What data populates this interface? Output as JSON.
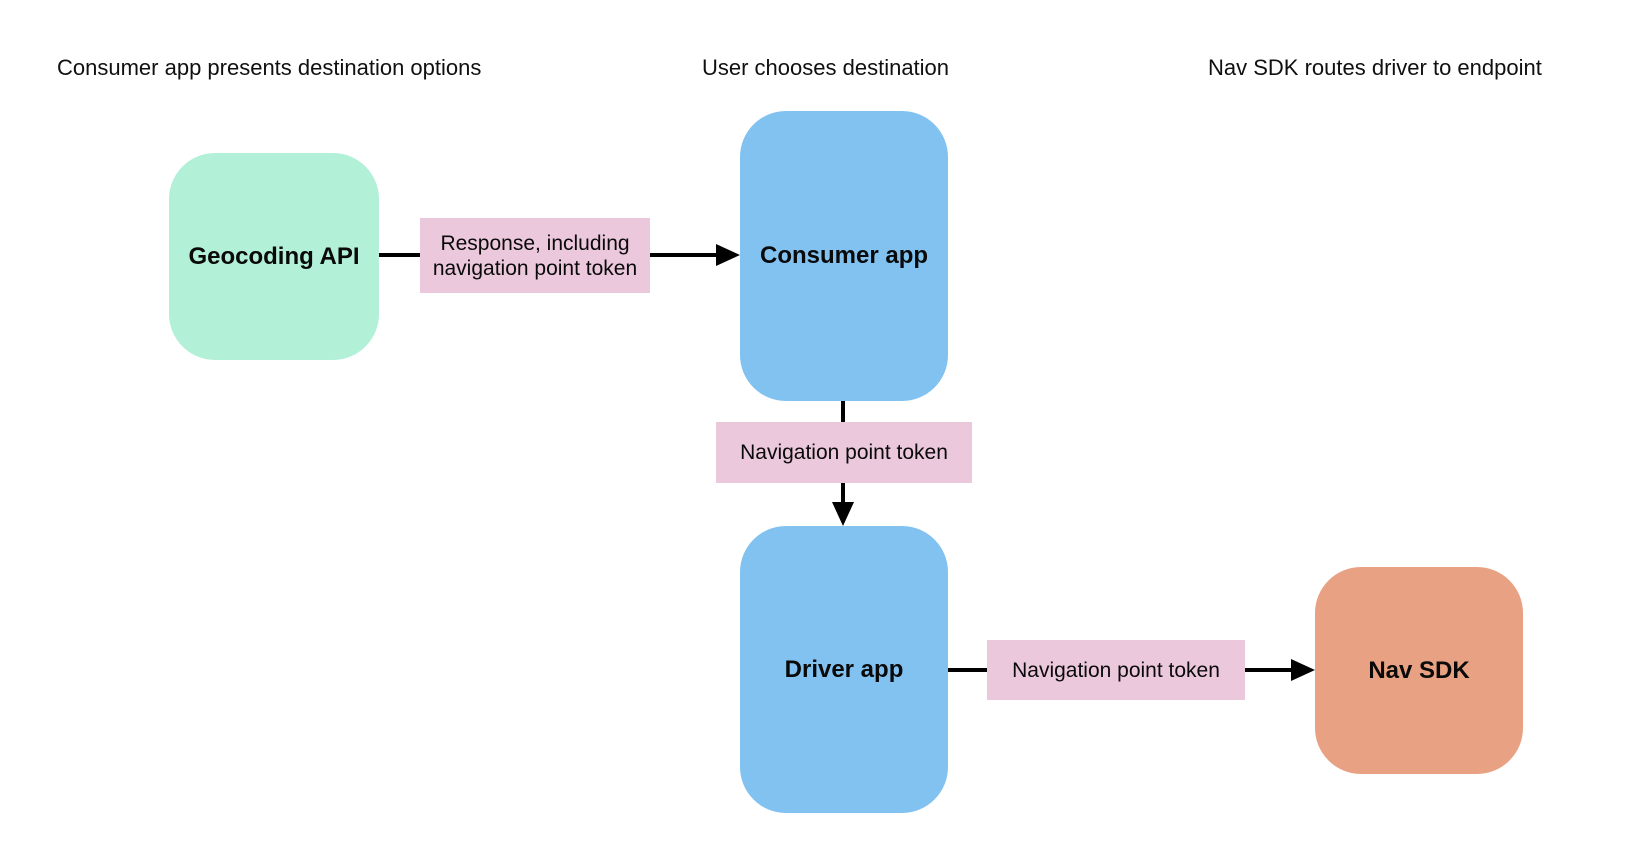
{
  "diagram": {
    "background_color": "#ffffff",
    "arrow_color": "#000000",
    "edge_label_bg": "#ecc8dd",
    "headers": [
      "Consumer app presents destination options",
      "User chooses destination",
      "Nav SDK routes driver to endpoint"
    ],
    "nodes": [
      {
        "id": "geocoding-api",
        "label": "Geocoding API",
        "color": "#b2f0d8"
      },
      {
        "id": "consumer-app",
        "label": "Consumer app",
        "color": "#82c2f1"
      },
      {
        "id": "driver-app",
        "label": "Driver app",
        "color": "#82c2f1"
      },
      {
        "id": "nav-sdk",
        "label": "Nav SDK",
        "color": "#e9a183"
      }
    ],
    "edges": [
      {
        "from": "Geocoding API",
        "to": "Consumer app",
        "label": "Response, including navigation point token"
      },
      {
        "from": "Consumer app",
        "to": "Driver app",
        "label": "Navigation point token"
      },
      {
        "from": "Driver app",
        "to": "Nav SDK",
        "label": "Navigation point token"
      }
    ]
  }
}
